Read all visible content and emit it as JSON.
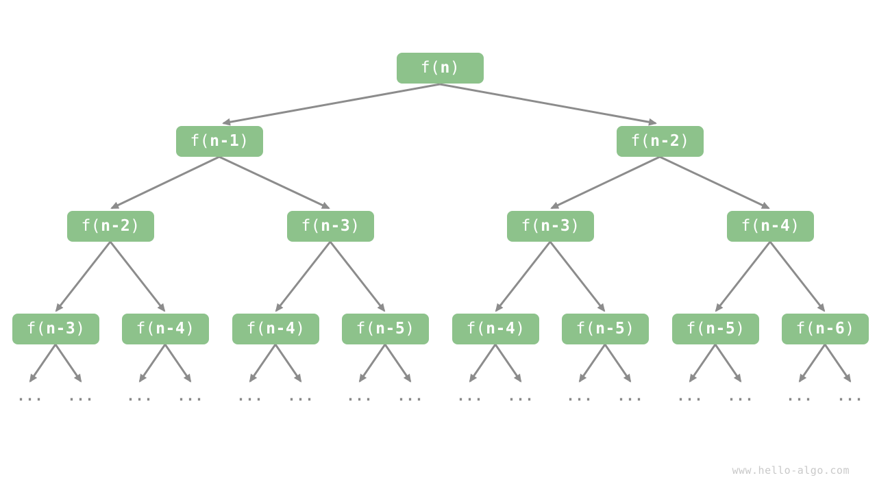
{
  "colors": {
    "node_fill": "#8DC28B",
    "node_text": "#FFFFFF",
    "arrow": "#8C8C8C",
    "ellipsis": "#8A8A8A",
    "watermark": "#C9C9C9",
    "background": "#FFFFFF"
  },
  "tree": {
    "levels": [
      {
        "nodes": [
          {
            "pre": "f(",
            "arg": "n",
            "post": ")"
          }
        ]
      },
      {
        "nodes": [
          {
            "pre": "f(",
            "arg": "n-1",
            "post": ")"
          },
          {
            "pre": "f(",
            "arg": "n-2",
            "post": ")"
          }
        ]
      },
      {
        "nodes": [
          {
            "pre": "f(",
            "arg": "n-2",
            "post": ")"
          },
          {
            "pre": "f(",
            "arg": "n-3",
            "post": ")"
          },
          {
            "pre": "f(",
            "arg": "n-3",
            "post": ")"
          },
          {
            "pre": "f(",
            "arg": "n-4",
            "post": ")"
          }
        ]
      },
      {
        "nodes": [
          {
            "pre": "f(",
            "arg": "n-3",
            "post": ")"
          },
          {
            "pre": "f(",
            "arg": "n-4",
            "post": ")"
          },
          {
            "pre": "f(",
            "arg": "n-4",
            "post": ")"
          },
          {
            "pre": "f(",
            "arg": "n-5",
            "post": ")"
          },
          {
            "pre": "f(",
            "arg": "n-4",
            "post": ")"
          },
          {
            "pre": "f(",
            "arg": "n-5",
            "post": ")"
          },
          {
            "pre": "f(",
            "arg": "n-5",
            "post": ")"
          },
          {
            "pre": "f(",
            "arg": "n-6",
            "post": ")"
          }
        ]
      }
    ]
  },
  "ellipsis_label": "...",
  "watermark": "www.hello-algo.com"
}
